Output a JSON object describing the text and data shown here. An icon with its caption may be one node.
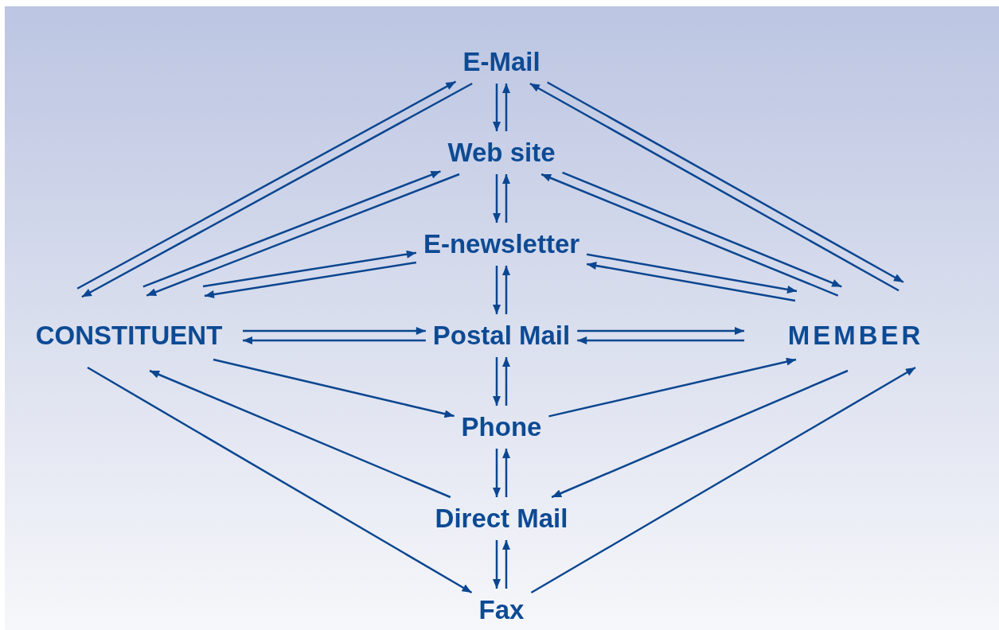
{
  "diagram": {
    "nodes": [
      {
        "text": [
          "E-Mail"
        ]
      },
      {
        "text": [
          "Web site"
        ]
      },
      {
        "text": [
          "E-newsletter"
        ]
      },
      {
        "text": [
          "CONSTITUENT"
        ]
      },
      {
        "text": [
          "Postal Mail"
        ]
      },
      {
        "text": [
          "MEMBER"
        ]
      },
      {
        "text": [
          "Phone"
        ]
      },
      {
        "text": [
          "Direct Mail"
        ]
      },
      {
        "text": [
          "Fax"
        ]
      }
    ],
    "edges": [
      {
        "from": 0,
        "to": 1,
        "arrow": "to"
      },
      {
        "from": 1,
        "to": 0,
        "arrow": "to"
      },
      {
        "from": 1,
        "to": 2,
        "arrow": "to"
      },
      {
        "from": 2,
        "to": 1,
        "arrow": "to"
      },
      {
        "from": 2,
        "to": 4,
        "arrow": "to"
      },
      {
        "from": 4,
        "to": 2,
        "arrow": "to"
      },
      {
        "from": 4,
        "to": 6,
        "arrow": "to"
      },
      {
        "from": 6,
        "to": 4,
        "arrow": "to"
      },
      {
        "from": 6,
        "to": 7,
        "arrow": "to"
      },
      {
        "from": 7,
        "to": 6,
        "arrow": "to"
      },
      {
        "from": 7,
        "to": 8,
        "arrow": "to"
      },
      {
        "from": 8,
        "to": 7,
        "arrow": "to"
      },
      {
        "from": 3,
        "to": 0,
        "arrow": "to"
      },
      {
        "from": 0,
        "to": 3,
        "arrow": "to"
      },
      {
        "from": 3,
        "to": 1,
        "arrow": "to"
      },
      {
        "from": 1,
        "to": 3,
        "arrow": "to"
      },
      {
        "from": 3,
        "to": 2,
        "arrow": "to"
      },
      {
        "from": 2,
        "to": 3,
        "arrow": "to"
      },
      {
        "from": 3,
        "to": 4,
        "arrow": "to"
      },
      {
        "from": 4,
        "to": 3,
        "arrow": "to"
      },
      {
        "from": 3,
        "to": 6,
        "arrow": "to"
      },
      {
        "from": 7,
        "to": 3,
        "arrow": "to"
      },
      {
        "from": 3,
        "to": 8,
        "arrow": "to"
      },
      {
        "from": 0,
        "to": 5,
        "arrow": "to"
      },
      {
        "from": 5,
        "to": 0,
        "arrow": "to"
      },
      {
        "from": 1,
        "to": 5,
        "arrow": "to"
      },
      {
        "from": 5,
        "to": 1,
        "arrow": "to"
      },
      {
        "from": 2,
        "to": 5,
        "arrow": "to"
      },
      {
        "from": 5,
        "to": 2,
        "arrow": "to"
      },
      {
        "from": 4,
        "to": 5,
        "arrow": "to"
      },
      {
        "from": 5,
        "to": 4,
        "arrow": "to"
      },
      {
        "from": 6,
        "to": 5,
        "arrow": "to"
      },
      {
        "from": 5,
        "to": 7,
        "arrow": "to"
      },
      {
        "from": 8,
        "to": 5,
        "arrow": "to"
      }
    ]
  }
}
